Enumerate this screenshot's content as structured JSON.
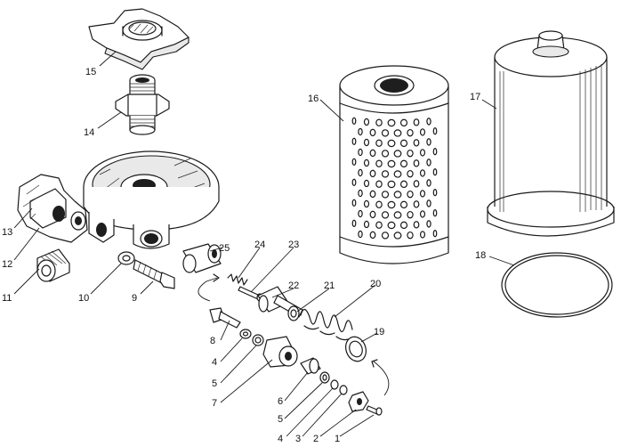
{
  "callouts": [
    {
      "id": "c1",
      "text": "1"
    },
    {
      "id": "c2",
      "text": "2"
    },
    {
      "id": "c3",
      "text": "3"
    },
    {
      "id": "c4a",
      "text": "4"
    },
    {
      "id": "c4b",
      "text": "4"
    },
    {
      "id": "c5a",
      "text": "5"
    },
    {
      "id": "c5b",
      "text": "5"
    },
    {
      "id": "c6",
      "text": "6"
    },
    {
      "id": "c7",
      "text": "7"
    },
    {
      "id": "c8",
      "text": "8"
    },
    {
      "id": "c9",
      "text": "9"
    },
    {
      "id": "c10",
      "text": "10"
    },
    {
      "id": "c11",
      "text": "11"
    },
    {
      "id": "c12",
      "text": "12"
    },
    {
      "id": "c13",
      "text": "13"
    },
    {
      "id": "c14",
      "text": "14"
    },
    {
      "id": "c15",
      "text": "15"
    },
    {
      "id": "c16",
      "text": "16"
    },
    {
      "id": "c17",
      "text": "17"
    },
    {
      "id": "c18",
      "text": "18"
    },
    {
      "id": "c19",
      "text": "19"
    },
    {
      "id": "c20",
      "text": "20"
    },
    {
      "id": "c21",
      "text": "21"
    },
    {
      "id": "c22",
      "text": "22"
    },
    {
      "id": "c23",
      "text": "23"
    },
    {
      "id": "c24",
      "text": "24"
    },
    {
      "id": "c25",
      "text": "25"
    }
  ]
}
